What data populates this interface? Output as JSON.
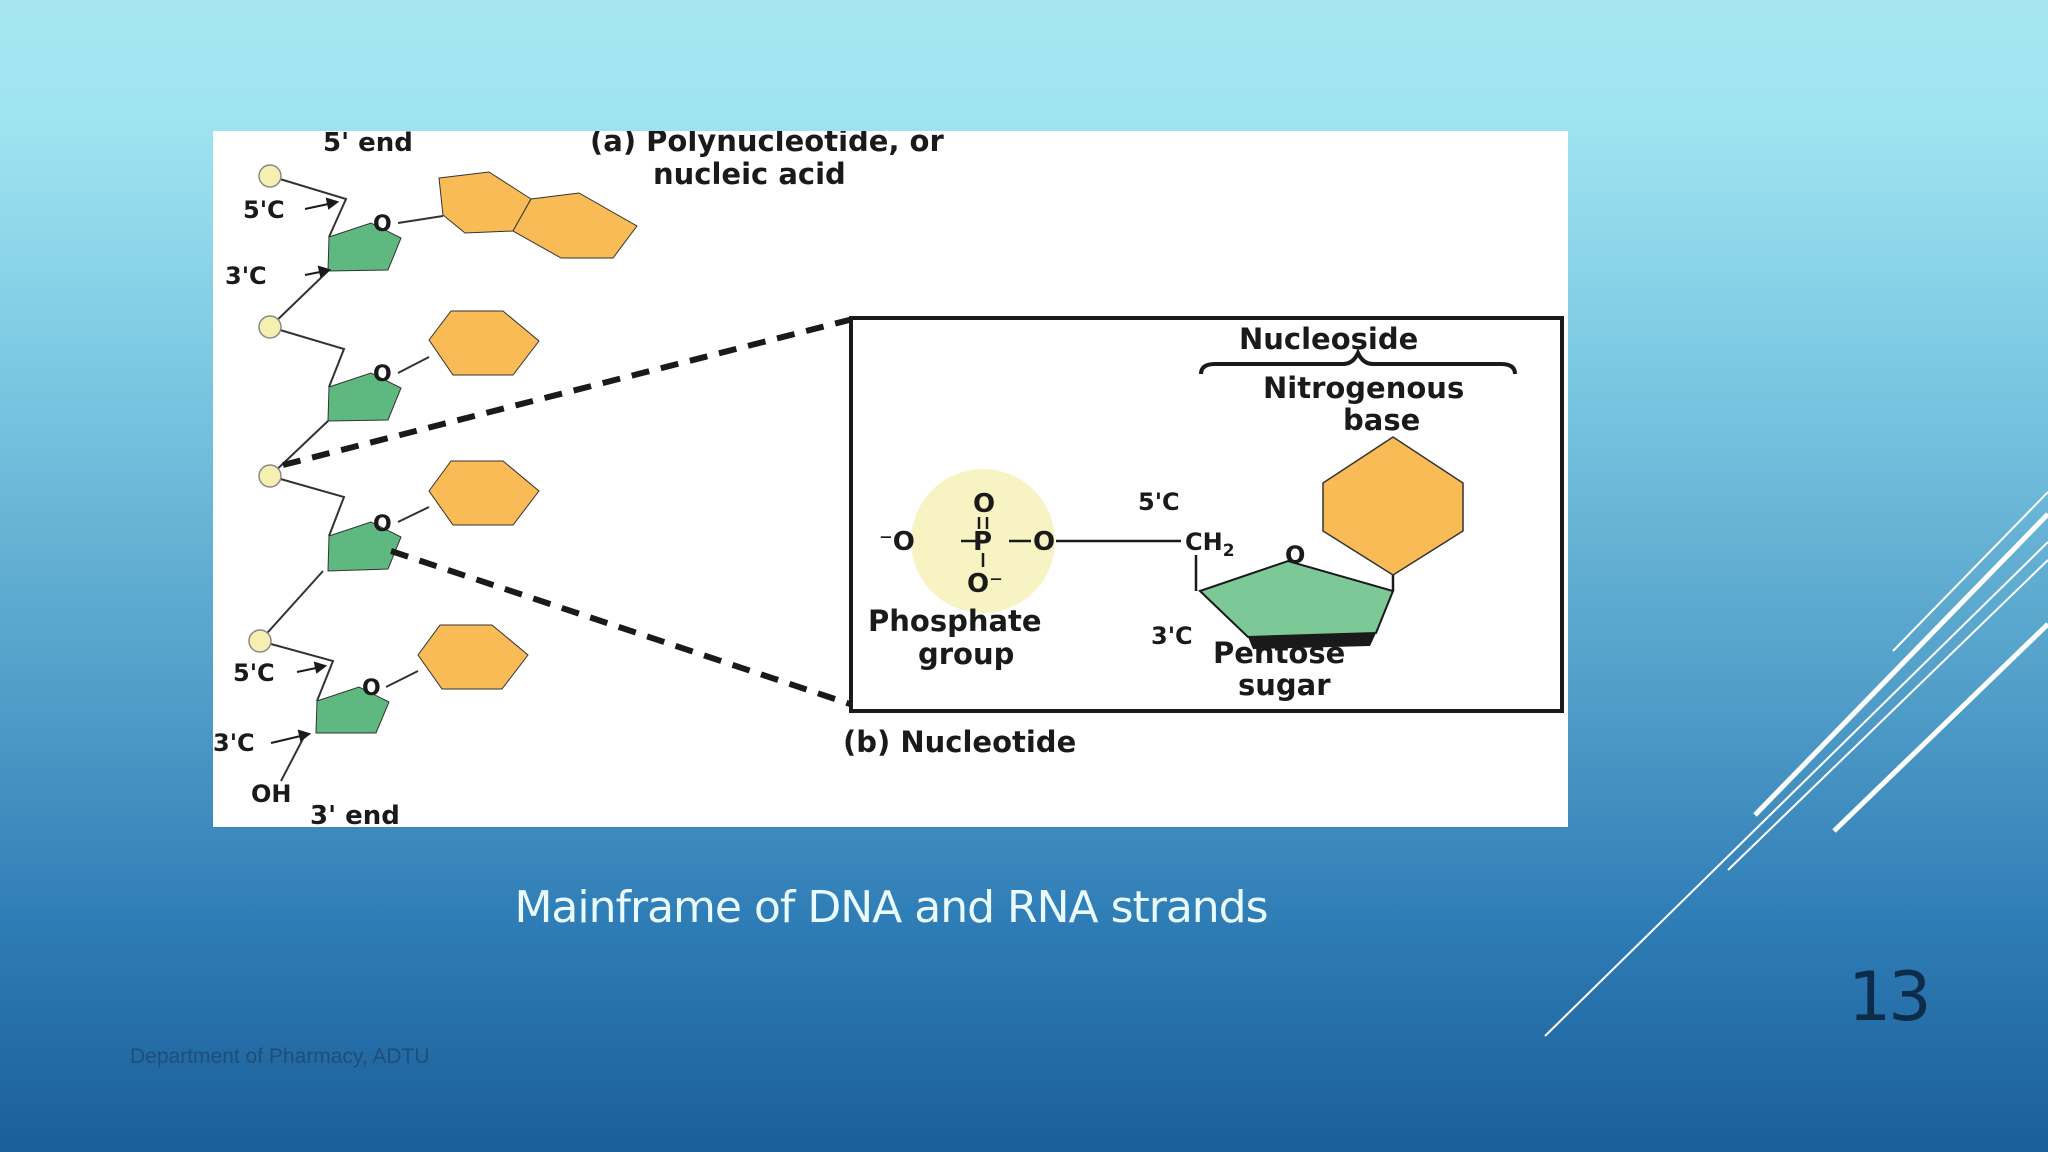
{
  "slide": {
    "caption": "Mainframe of DNA and RNA strands",
    "page_number": "13",
    "footer": "Department of Pharmacy, ADTU"
  },
  "figure": {
    "strand_end_5": "5' end",
    "strand_end_3": "3' end",
    "title_a_line1": "(a) Polynucleotide, or",
    "title_a_line2": "nucleic acid",
    "label_5c": "5'C",
    "label_3c": "3'C",
    "label_o": "O",
    "label_oh": "OH",
    "title_b": "(b) Nucleotide",
    "nucleoside": "Nucleoside",
    "nitrogenous_base_line1": "Nitrogenous",
    "nitrogenous_base_line2": "base",
    "phosphate_line1": "Phosphate",
    "phosphate_line2": "group",
    "pentose_line1": "Pentose",
    "pentose_line2": "sugar",
    "ch2": "CH",
    "ch2_sub": "2",
    "phosphate_o_top": "O",
    "phosphate_o_minus_left": "⁻O",
    "phosphate_p": "P",
    "phosphate_o_right": "O",
    "phosphate_o_minus_bottom": "O⁻"
  },
  "colors": {
    "sugar": "#5fb87f",
    "base": "#f9bb55",
    "phosphate": "#f5f0b2",
    "accent_lines": "#ffffff"
  }
}
